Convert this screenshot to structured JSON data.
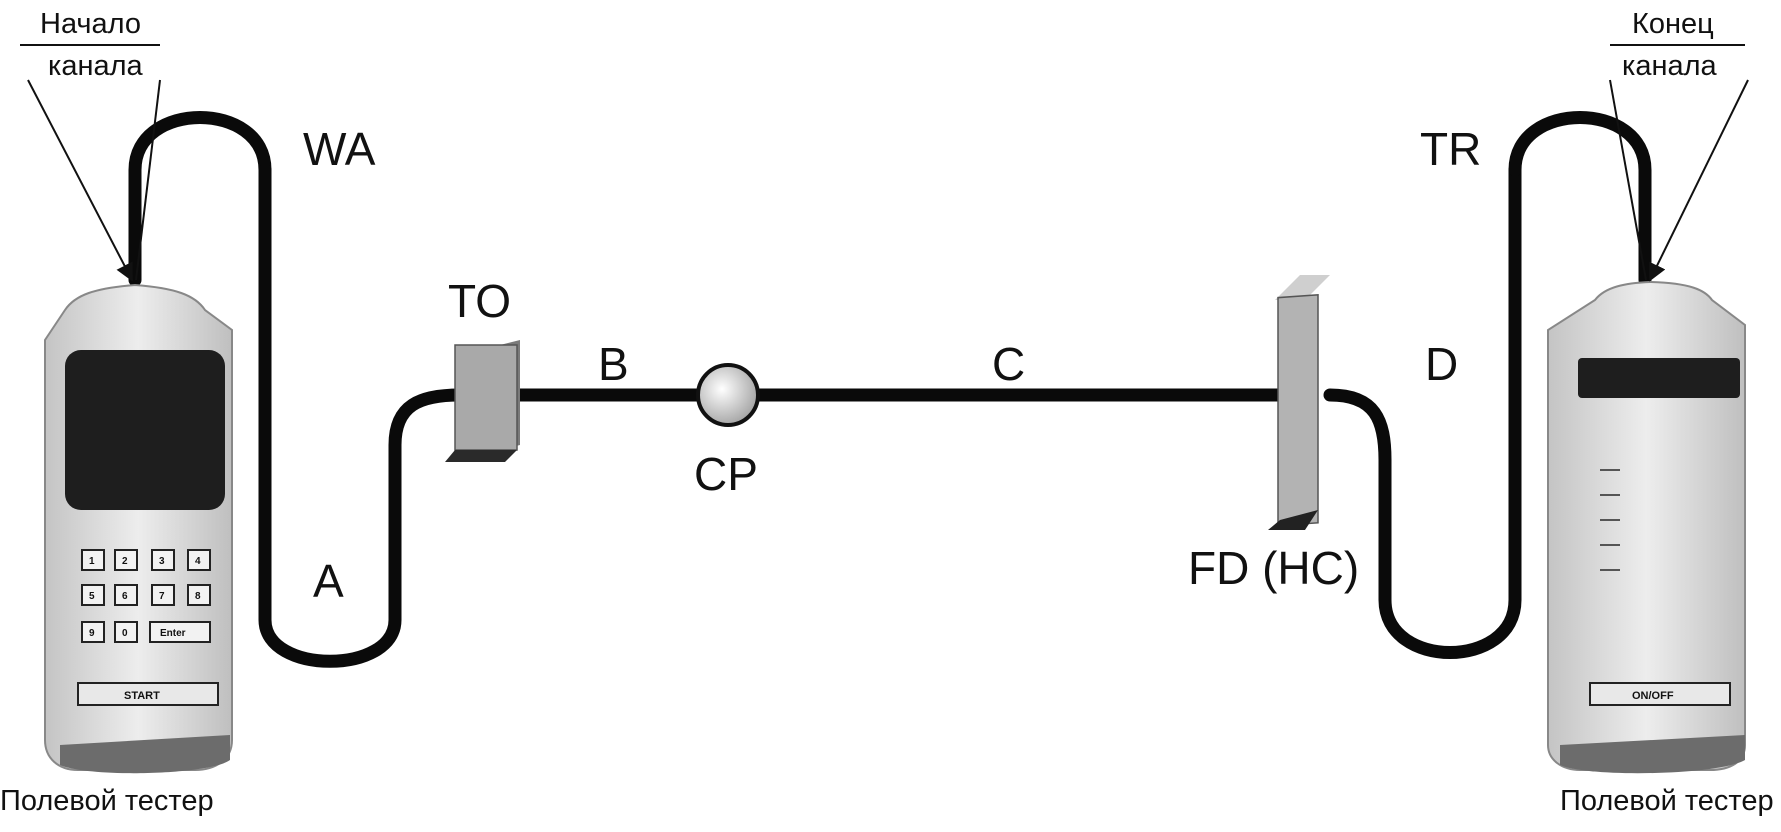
{
  "labels": {
    "start_callout_line1": "Начало",
    "start_callout_line2": "канала",
    "end_callout_line1": "Конец",
    "end_callout_line2": "канала",
    "segment_wa": "WA",
    "segment_a": "A",
    "segment_b": "B",
    "segment_c": "C",
    "segment_d": "D",
    "segment_tr": "TR",
    "node_to": "TO",
    "node_cp": "CP",
    "node_fd": "FD (HC)",
    "tester_left": "Полевой тестер",
    "tester_right": "Полевой тестер"
  },
  "left_tester": {
    "keys": [
      "1",
      "2",
      "3",
      "4",
      "5",
      "6",
      "7",
      "8",
      "9",
      "0",
      "Enter"
    ],
    "button": "START"
  },
  "right_tester": {
    "button": "ON/OFF"
  },
  "colors": {
    "cable": "#0a0a0a",
    "device_body": "#d9d9d9",
    "screen": "#1e1e1e",
    "panel": "#b9b9b9"
  }
}
